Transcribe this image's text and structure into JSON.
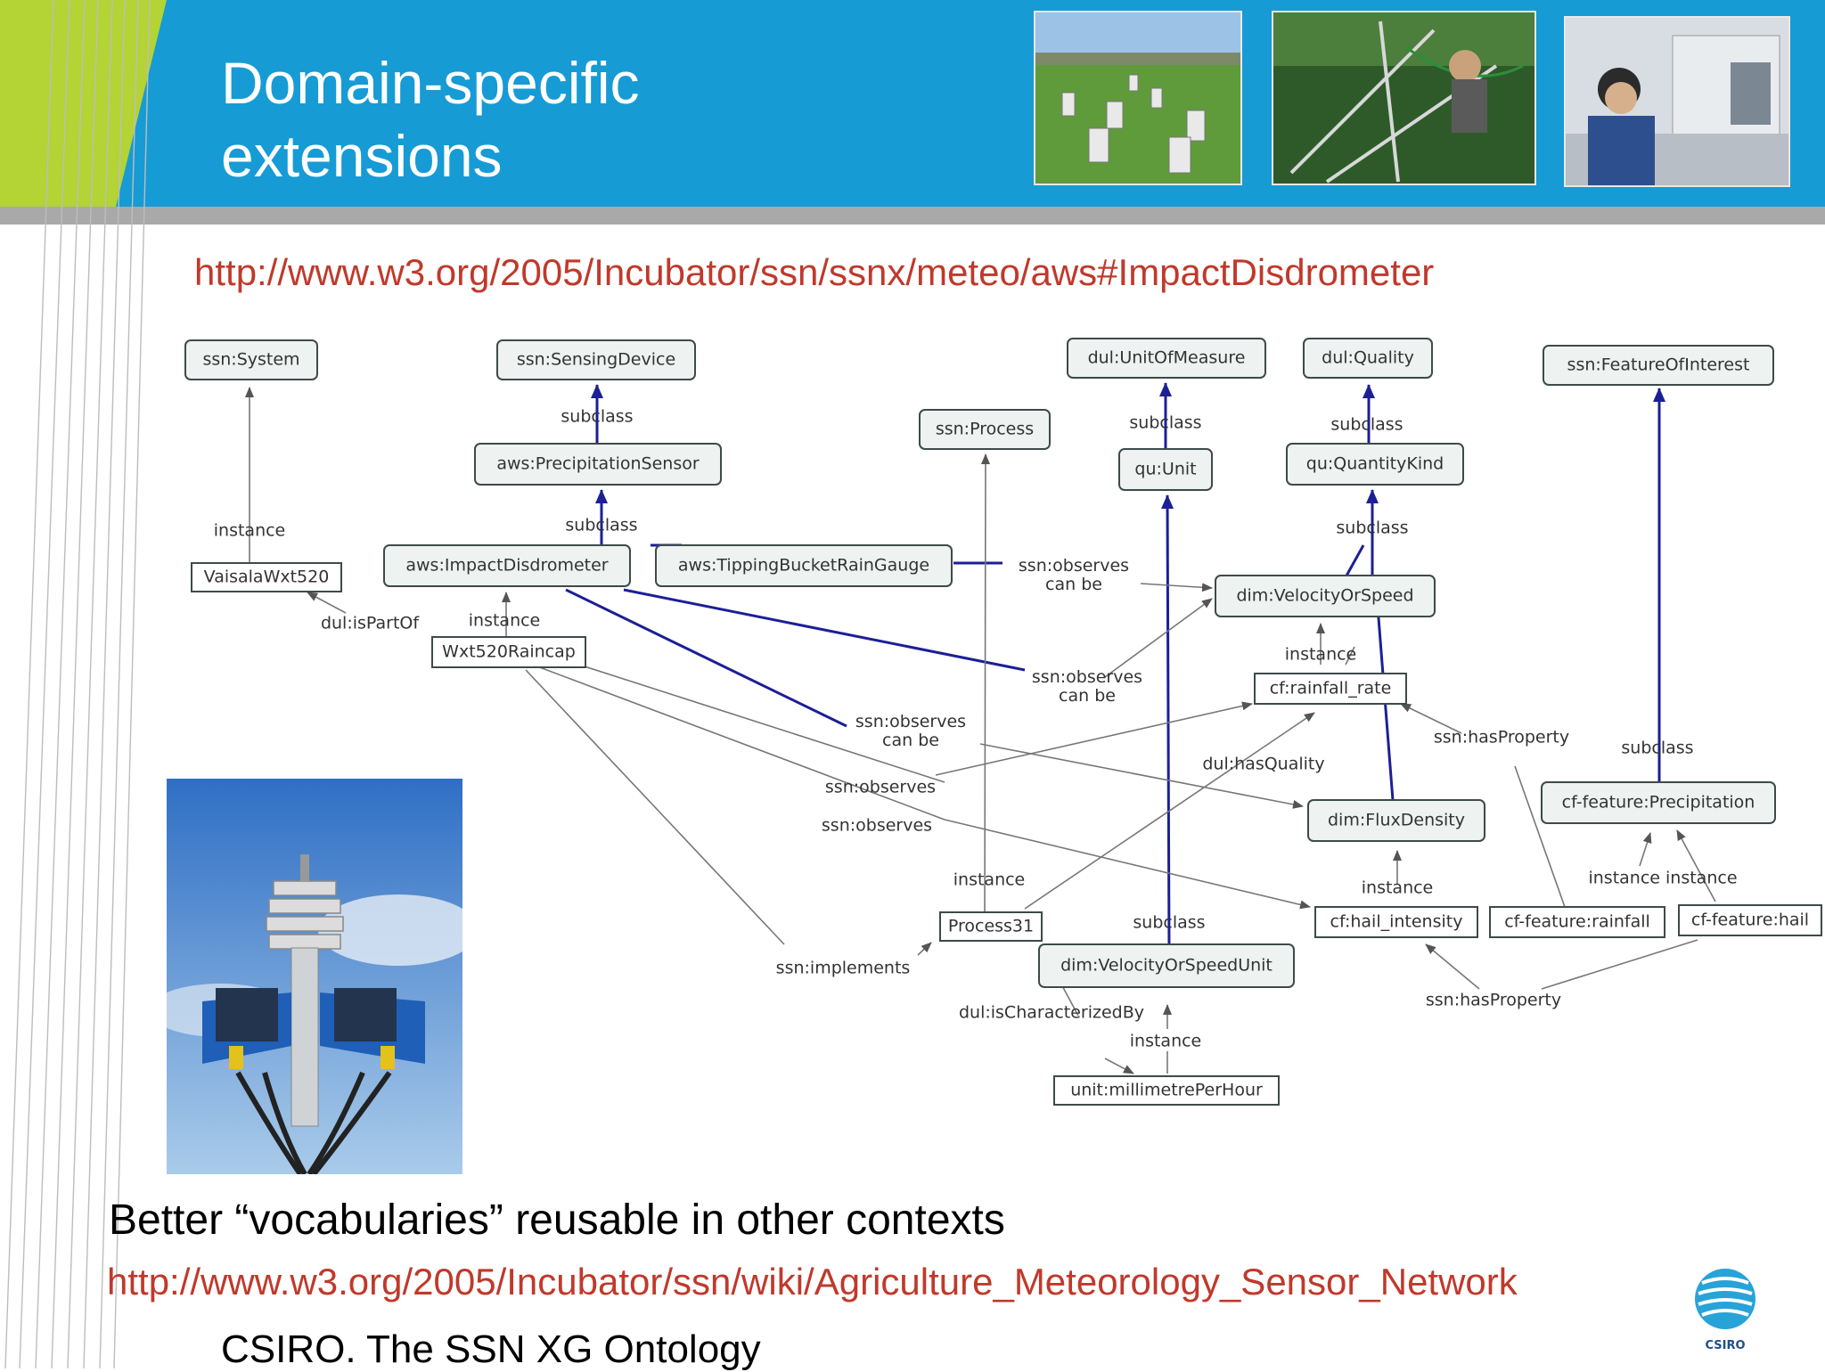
{
  "slide": {
    "title_lines": [
      "Domain-specific",
      "extensions"
    ],
    "url_top": "http://www.w3.org/2005/Incubator/ssn/ssnx/meteo/aws#ImpactDisdrometer",
    "tagline": "Better “vocabularies” reusable in other contexts",
    "url_bottom": "http://www.w3.org/2005/Incubator/ssn/wiki/Agriculture_Meteorology_Sensor_Network",
    "footer": "CSIRO. The SSN XG Ontology",
    "logo_text": "CSIRO"
  },
  "colors": {
    "header": "#169bd5",
    "accent_green": "#b4d334",
    "link_red": "#c0392b",
    "edge_blue": "#1c1f96"
  },
  "diagram": {
    "nodes": [
      {
        "id": "system",
        "label": "ssn:System",
        "kind": "class"
      },
      {
        "id": "sensingdevice",
        "label": "ssn:SensingDevice",
        "kind": "class"
      },
      {
        "id": "unitofmeasure",
        "label": "dul:UnitOfMeasure",
        "kind": "class"
      },
      {
        "id": "quality",
        "label": "dul:Quality",
        "kind": "class"
      },
      {
        "id": "featureofinterest",
        "label": "ssn:FeatureOfInterest",
        "kind": "class"
      },
      {
        "id": "process",
        "label": "ssn:Process",
        "kind": "class"
      },
      {
        "id": "precipsensor",
        "label": "aws:PrecipitationSensor",
        "kind": "class"
      },
      {
        "id": "unit",
        "label": "qu:Unit",
        "kind": "class"
      },
      {
        "id": "quantitykind",
        "label": "qu:QuantityKind",
        "kind": "class"
      },
      {
        "id": "vaisala",
        "label": "VaisalaWxt520",
        "kind": "instance"
      },
      {
        "id": "impactdisdrometer",
        "label": "aws:ImpactDisdrometer",
        "kind": "class"
      },
      {
        "id": "tippingbucket",
        "label": "aws:TippingBucketRainGauge",
        "kind": "class"
      },
      {
        "id": "velocityorspeed",
        "label": "dim:VelocityOrSpeed",
        "kind": "class"
      },
      {
        "id": "wxt520raincap",
        "label": "Wxt520Raincap",
        "kind": "instance"
      },
      {
        "id": "rainfallrate",
        "label": "cf:rainfall_rate",
        "kind": "instance"
      },
      {
        "id": "precipitation",
        "label": "cf-feature:Precipitation",
        "kind": "class"
      },
      {
        "id": "fluxdensity",
        "label": "dim:FluxDensity",
        "kind": "class"
      },
      {
        "id": "process31",
        "label": "Process31",
        "kind": "instance"
      },
      {
        "id": "hailintensity",
        "label": "cf:hail_intensity",
        "kind": "instance"
      },
      {
        "id": "featurerainfall",
        "label": "cf-feature:rainfall",
        "kind": "instance"
      },
      {
        "id": "featurehail",
        "label": "cf-feature:hail",
        "kind": "instance"
      },
      {
        "id": "velocityorspeedunit",
        "label": "dim:VelocityOrSpeedUnit",
        "kind": "class"
      },
      {
        "id": "millimetreperhour",
        "label": "unit:millimetrePerHour",
        "kind": "instance"
      }
    ],
    "edge_labels": [
      "instance",
      "subclass",
      "subclass",
      "subclass",
      "subclass",
      "subclass",
      "dul:isPartOf",
      "instance",
      "ssn:observes\ncan be",
      "instance",
      "ssn:observes\ncan be",
      "ssn:observes\ncan be",
      "ssn:hasProperty",
      "subclass",
      "dul:hasQuality",
      "ssn:observes",
      "ssn:observes",
      "instance",
      "instance",
      "instance instance",
      "subclass",
      "ssn:implements",
      "ssn:hasProperty",
      "dul:isCharacterizedBy",
      "instance"
    ]
  }
}
